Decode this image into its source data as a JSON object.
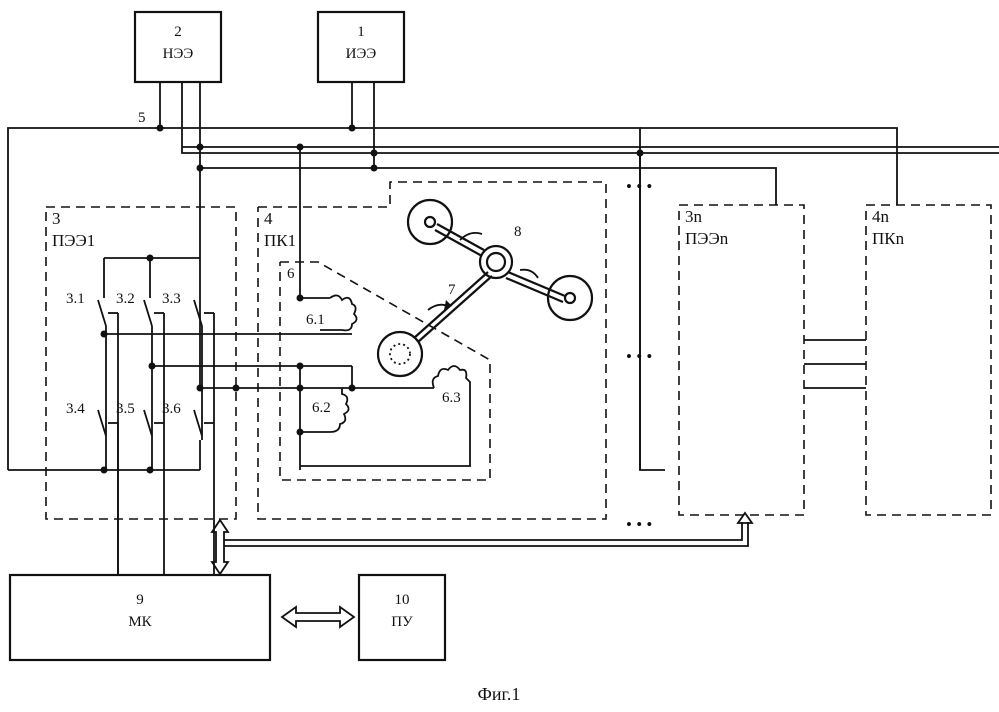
{
  "blocks": {
    "iee": {
      "num": "1",
      "abbr": "ИЭЭ"
    },
    "nee": {
      "num": "2",
      "abbr": "НЭЭ"
    },
    "pee1": {
      "num": "3",
      "abbr": "ПЭЭ1"
    },
    "pk1": {
      "num": "4",
      "abbr": "ПК1"
    },
    "peen": {
      "num": "3n",
      "abbr": "ПЭЭn"
    },
    "pkn": {
      "num": "4n",
      "abbr": "ПКn"
    },
    "mk": {
      "num": "9",
      "abbr": "МК"
    },
    "pu": {
      "num": "10",
      "abbr": "ПУ"
    }
  },
  "labels": {
    "bus": "5",
    "motor": "6",
    "shaft": "7",
    "gear": "8",
    "winding1": "6.1",
    "winding2": "6.2",
    "winding3": "6.3"
  },
  "switches": [
    "3.1",
    "3.2",
    "3.3",
    "3.4",
    "3.5",
    "3.6"
  ],
  "ellipsis": "• • •",
  "caption": "Фиг.1"
}
